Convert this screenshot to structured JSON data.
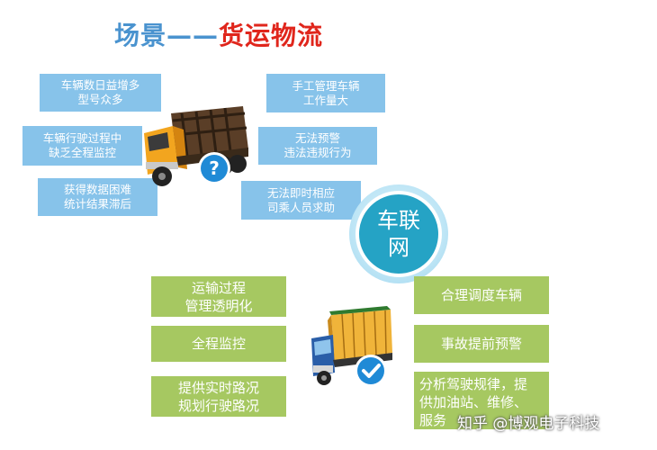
{
  "title": {
    "part1": "场景",
    "dash": "——",
    "part2": "货运物流"
  },
  "problems_left": [
    "车辆数日益增多\n型号众多",
    "车辆行驶过程中\n缺乏全程监控",
    "获得数据困难\n统计结果滞后"
  ],
  "problems_right": [
    "手工管理车辆\n工作量大",
    "无法预警\n违法违规行为",
    "无法即时相应\n司乘人员求助"
  ],
  "center_circle": "车联\n网",
  "solutions_left": [
    "运输过程\n管理透明化",
    "全程监控",
    "提供实时路况\n规划行驶路况"
  ],
  "solutions_right": [
    "合理调度车辆",
    "事故提前预警",
    "分析驾驶规律，提\n供加油站、维修、\n服务"
  ],
  "watermark": "知乎 @博观电子科技",
  "icons": [
    "question-badge-icon",
    "check-badge-icon",
    "cargo-truck-icon",
    "container-truck-icon"
  ],
  "colors": {
    "problem_box": "#87c3ea",
    "solution_box": "#a6c861",
    "circle": "#25a3c5",
    "title_blue": "#4a93cf",
    "title_red": "#e0261c"
  }
}
